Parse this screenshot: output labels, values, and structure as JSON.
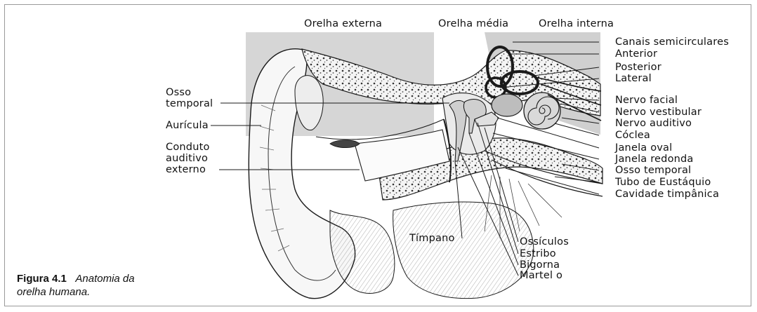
{
  "headers": {
    "outer": "Orelha externa",
    "middle": "Orelha média",
    "inner": "Orelha interna"
  },
  "left_labels": {
    "temporal_bone": "Osso\ntemporal",
    "auricle": "Aurícula",
    "canal": "Conduto\nauditivo\nexterno"
  },
  "right_labels": {
    "semicircular": "Canais semicirculares",
    "anterior": "Anterior",
    "posterior": "Posterior",
    "lateral": "Lateral",
    "facial_nerve": "Nervo facial",
    "vestibular_nerve": "Nervo vestibular",
    "auditory_nerve": "Nervo auditivo",
    "cochlea": "Cóclea",
    "oval_window": "Janela oval",
    "round_window": "Janela redonda",
    "temporal_bone_2": "Osso temporal",
    "eustachian": "Tubo de Eustáquio",
    "tympanic_cavity": "Cavidade timpânica"
  },
  "bottom_labels": {
    "eardrum": "Tímpano",
    "ossicles": "Ossículos",
    "stapes": "Estribo",
    "incus": "Bigorna",
    "malleus": "Martel o"
  },
  "caption": {
    "number": "Figura 4.1",
    "line1": "Anatomia da",
    "line2": "orelha humana."
  },
  "colors": {
    "shade": "#d3d3d3",
    "ink": "#1a1a1a"
  }
}
